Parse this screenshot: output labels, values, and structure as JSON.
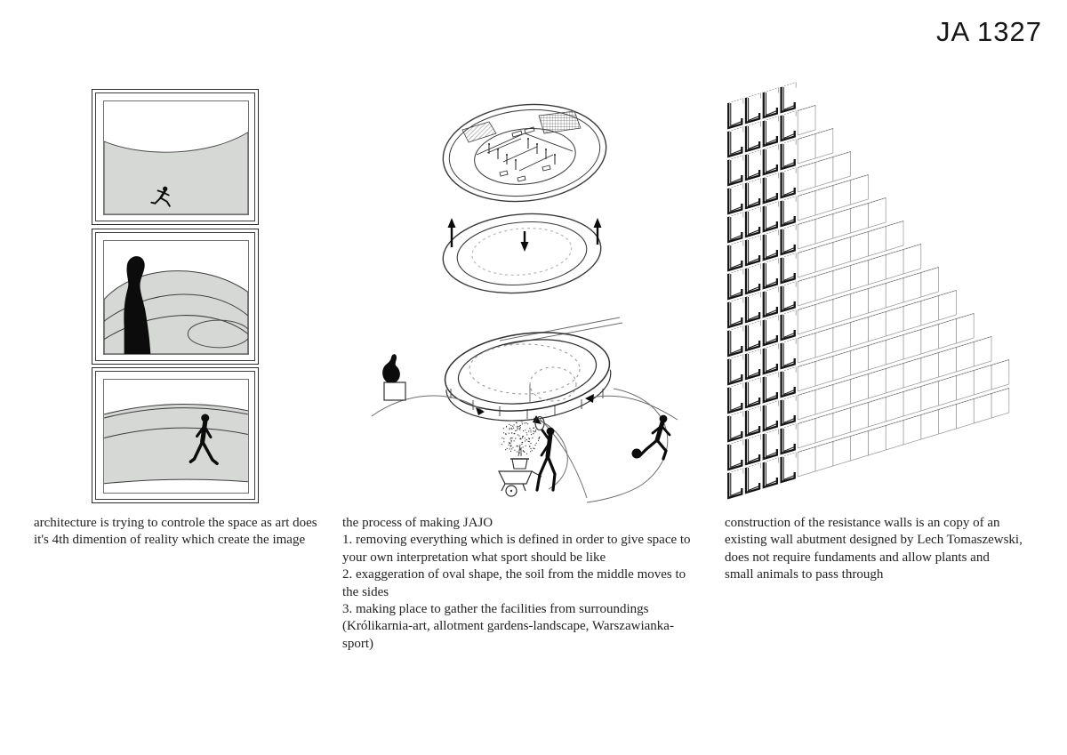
{
  "header": {
    "project_code": "JA 1327"
  },
  "columns": {
    "art": {
      "caption": "architecture is trying to controle the space as art does\nit's 4th dimention of reality which create the image"
    },
    "process": {
      "caption": "the process of making JAJO\n1. removing everything which is defined in order to give space to\nyour own interpretation what sport should be like\n2. exaggeration of oval shape, the soil from the middle moves to\nthe sides\n3. making place to gather the facilities from surroundings\n(Królikarnia-art, allotment gardens-landscape, Warszawianka-\nsport)"
    },
    "construction": {
      "caption": "construction of the resistance walls is an copy of an\nexisting wall abutment designed by Lech Tomaszewski,\ndoes not require fundaments and allow plants and\nsmall animals to pass through"
    }
  },
  "colors": {
    "paper": "#ffffff",
    "ink": "#1a1a1a",
    "wash_gray": "#d6d8d6",
    "line_gray": "#8f8f8f"
  }
}
